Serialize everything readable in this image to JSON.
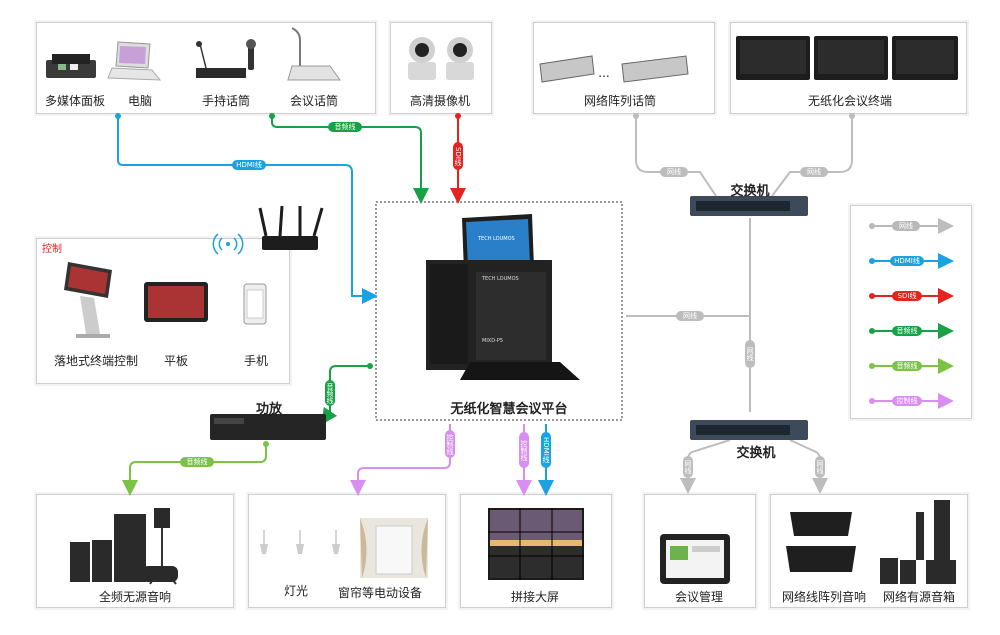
{
  "title_center": "无纸化智慧会议平台",
  "devices": {
    "multimedia_panel": "多媒体面板",
    "computer": "电脑",
    "handheld_mic": "手持话筒",
    "conference_mic": "会议话筒",
    "hd_camera": "高清摄像机",
    "array_mic": "网络阵列话筒",
    "paperless_terminal": "无纸化会议终端",
    "switch_top": "交换机",
    "switch_bottom": "交换机",
    "amplifier": "功放",
    "floor_terminal": "落地式终端控制",
    "tablet": "平板",
    "phone": "手机",
    "control": "控制",
    "fullrange_speaker": "全频无源音响",
    "light": "灯光",
    "curtain": "窗帘等电动设备",
    "video_wall": "拼接大屏",
    "meeting_mgmt": "会议管理",
    "line_array_speaker": "网络线阵列音响",
    "active_speaker": "网络有源音箱",
    "ellipsis": "..."
  },
  "cable_tags": {
    "audio": "音频线",
    "hdmi": "HDMI线",
    "sdi": "SDI线",
    "network": "网线",
    "control": "控制线"
  },
  "legend": [
    {
      "label": "网线",
      "color": "#b9b9b9"
    },
    {
      "label": "HDMI线",
      "color": "#1aa3e0"
    },
    {
      "label": "SDI线",
      "color": "#e52421"
    },
    {
      "label": "音频线",
      "color": "#18a146"
    },
    {
      "label": "音频线",
      "color": "#7cc243"
    },
    {
      "label": "控制线",
      "color": "#d88ff0"
    }
  ],
  "device_screen_text": {
    "brand": "TECH LOUMOS",
    "model": "MIXD-P5",
    "tablet_brand": "TECH LOUMOS"
  }
}
